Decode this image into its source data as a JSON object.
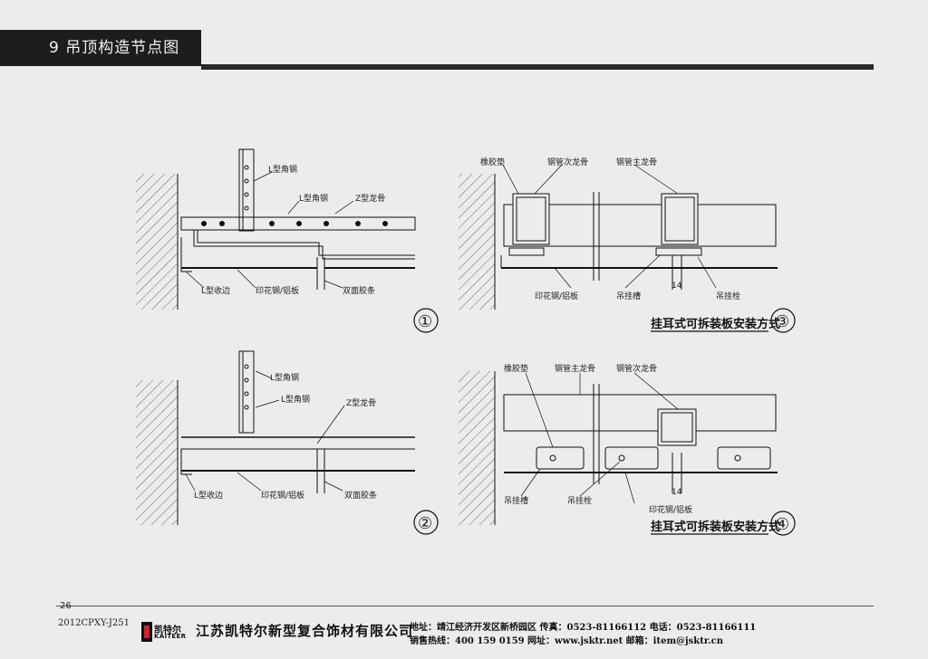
{
  "header": {
    "title": "9  吊顶构造节点图"
  },
  "details": {
    "d1": {
      "number": "①",
      "labels": {
        "angle_steel_top": "L型角钢",
        "angle_steel_mid": "L型角钢",
        "z_keel": "Z型龙骨",
        "l_edge": "L型收边",
        "panel": "印花钢/铝板",
        "tape": "双面胶条"
      }
    },
    "d2": {
      "number": "②",
      "labels": {
        "angle_steel_top": "L型角钢",
        "angle_steel_mid": "L型角钢",
        "z_keel": "Z型龙骨",
        "l_edge": "L型收边",
        "panel": "印花钢/铝板",
        "tape": "双面胶条"
      }
    },
    "d3": {
      "number": "③",
      "caption": "挂耳式可拆装板安装方式",
      "labels": {
        "rubber_pad": "橡胶垫",
        "secondary_keel": "钢管次龙骨",
        "main_keel": "钢管主龙骨",
        "panel": "印花钢/铝板",
        "hang_slot": "吊挂槽",
        "hang_bolt": "吊挂栓",
        "dim": "14"
      }
    },
    "d4": {
      "number": "④",
      "caption": "挂耳式可拆装板安装方式",
      "labels": {
        "rubber_pad": "橡胶垫",
        "main_keel": "钢管主龙骨",
        "secondary_keel": "钢管次龙骨",
        "hang_slot": "吊挂槽",
        "hang_bolt": "吊挂栓",
        "panel": "印花钢/铝板",
        "dim": "14"
      }
    }
  },
  "footer": {
    "page_number": "26",
    "doc_code": "2012CPXY-J251",
    "logo_cn": "凯特尔",
    "logo_en": "KAITEER",
    "company": "江苏凯特尔新型复合饰材有限公司",
    "contact_line1": "地址：靖江经济开发区新桥园区   传真：0523-81166112   电话：0523-81166111",
    "contact_line2": "销售热线：400 159 0159   网址：www.jsktr.net   邮箱：item@jsktr.cn"
  }
}
